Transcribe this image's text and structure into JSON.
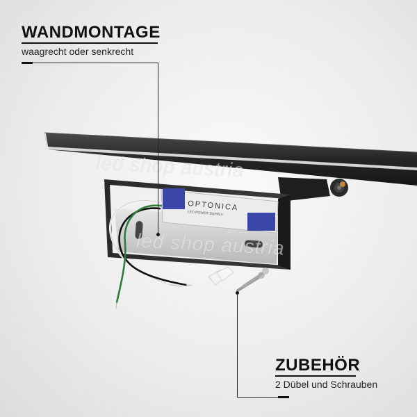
{
  "callouts": {
    "top": {
      "title": "WANDMONTAGE",
      "subtitle": "waagrecht oder senkrecht"
    },
    "bottom": {
      "title": "ZUBEHÖR",
      "subtitle": "2 Dübel und Schrauben"
    }
  },
  "driver_label": {
    "brand": "OPTONICA",
    "type": "LED POWER SUPPLY"
  },
  "watermark": "led shop austria",
  "colors": {
    "lamp_body": "#2b2b2b",
    "driver_blue": "#3a47a8",
    "bracket": "#c9c9c9",
    "wire_green": "#2f7d3a"
  }
}
